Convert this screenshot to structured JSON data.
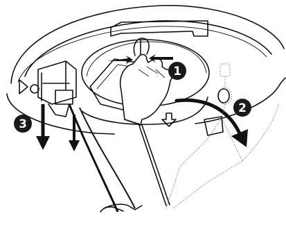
{
  "callouts": [
    {
      "id": "step-1",
      "label": "1"
    },
    {
      "id": "step-2",
      "label": "2"
    },
    {
      "id": "step-3",
      "label": "3"
    }
  ],
  "colors": {
    "ink": "#111111",
    "callout_fill": "#1a1a1a",
    "callout_text": "#ffffff",
    "dotted": "#777777",
    "background": "#ffffff"
  },
  "icons": [
    "ceiling-mount-icon",
    "hand-icon",
    "arrow-icon",
    "safety-wire-icon",
    "cable-icon"
  ]
}
